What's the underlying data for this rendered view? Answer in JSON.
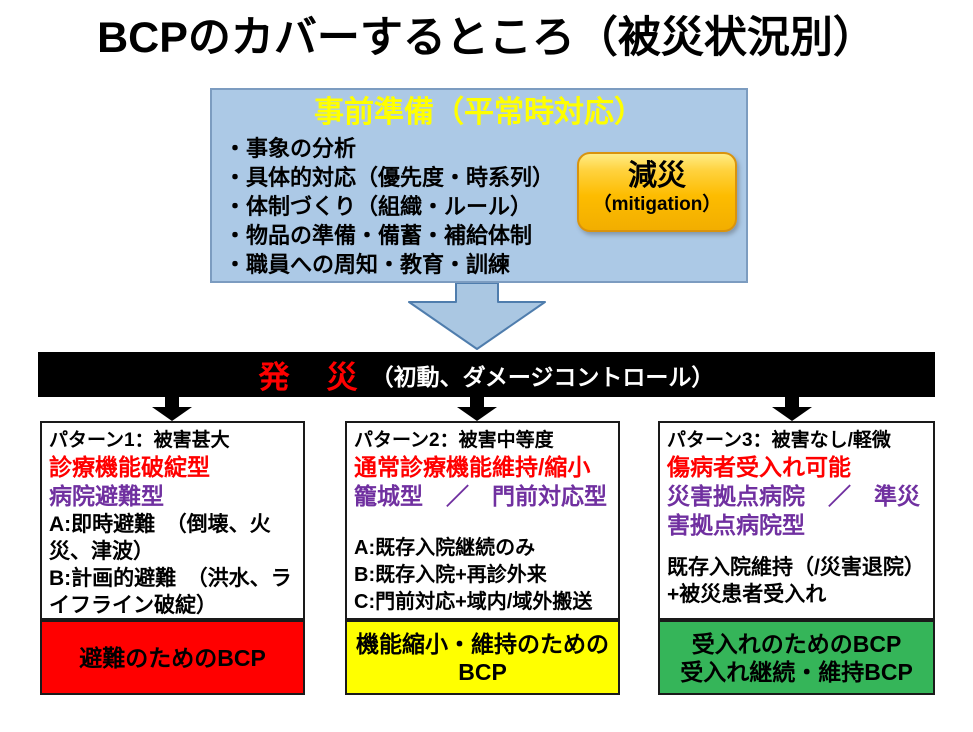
{
  "title": "BCPのカバーするところ（被災状況別）",
  "preparation": {
    "header": "事前準備（平常時対応）",
    "bullets": [
      "・事象の分析",
      "・具体的対応（優先度・時系列）",
      "・体制づくり（組織・ルール）",
      "・物品の準備・備蓄・補給体制",
      "・職員への周知・教育・訓練"
    ],
    "mitigation": {
      "label": "減災",
      "sublabel": "（mitigation）"
    }
  },
  "onset_bar": {
    "title": "発　災",
    "subtitle": "（初動、ダメージコントロール）"
  },
  "patterns": [
    {
      "title": "パターン1：被害甚大",
      "red_label": "診療機能破綻型",
      "purple_label": "病院避難型",
      "body": [
        "A:即時避難　（倒壊、火災、津波）",
        "B:計画的避難　（洪水、ライフライン破綻）"
      ],
      "bcp_lines": [
        "避難のためのBCP"
      ]
    },
    {
      "title": "パターン2：被害中等度",
      "red_label": "通常診療機能維持/縮小",
      "purple_label": "籠城型　／　門前対応型",
      "body": [
        "A:既存入院継続のみ",
        "B:既存入院+再診外来",
        "C:門前対応+域内/域外搬送"
      ],
      "bcp_lines": [
        "機能縮小・維持のためのBCP"
      ]
    },
    {
      "title": "パターン3：被害なし/軽微",
      "red_label": "傷病者受入れ可能",
      "purple_label": "災害拠点病院　／　準災害拠点病院型",
      "body": [
        "既存入院維持（/災害退院）+被災患者受入れ"
      ],
      "bcp_lines": [
        "受入れのためのBCP",
        "受入れ継続・維持BCP"
      ]
    }
  ],
  "colors": {
    "prep_box_fill": "#acc9e6",
    "prep_box_border": "#7c9cc0",
    "prep_header_text": "#ffff00",
    "mitigation_gold": "#fdbc00",
    "mitigation_border": "#d9930d",
    "arrow_fill": "#aac7e2",
    "arrow_border": "#4f7dad",
    "onset_bar_bg": "#000000",
    "onset_title_text": "#ff0000",
    "onset_subtitle_text": "#ffffff",
    "pattern_red_text": "#ff0000",
    "pattern_purple_text": "#7030a0",
    "bcp_red": "#ff0000",
    "bcp_yellow": "#ffff00",
    "bcp_green": "#35b559"
  }
}
